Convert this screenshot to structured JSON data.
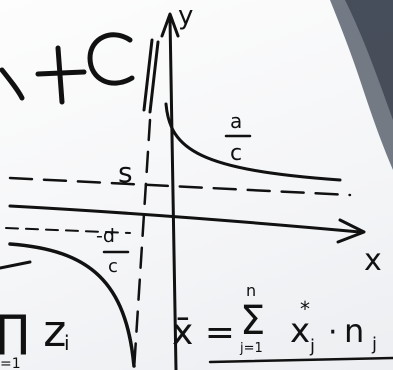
{
  "photo": {
    "subject": "handwritten math on whiteboard",
    "formula_fragment": "+C",
    "y_axis_label": "y",
    "x_axis_label": "x",
    "label_s": "s",
    "fraction_pos": {
      "num": "a",
      "den": "c"
    },
    "fraction_neg": {
      "num": "-d",
      "den": "c"
    },
    "sum_left": "∏ z",
    "sum_left_sub_i": "i",
    "sum_left_sub": "=1",
    "mean_formula": {
      "lhs": "x̄ =",
      "sum_sign": "Σ",
      "upper": "n",
      "lower": "j=1",
      "star": "*",
      "body": "x",
      "body_sub": "j",
      "dot": "·",
      "tail": "n",
      "tail_sub": "j"
    },
    "colors": {
      "ink": "#111111",
      "board": "#f7f7f9",
      "background_blob": "#4a5563"
    }
  }
}
